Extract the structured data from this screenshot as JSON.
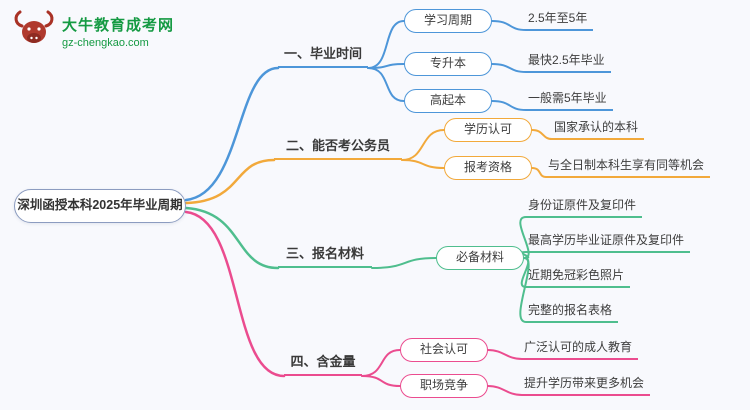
{
  "page": {
    "background_color": "#F8F9FD"
  },
  "logo": {
    "site_name": "大牛教育成考网",
    "site_url": "gz-chengkao.com",
    "icon": "bull-logo-icon",
    "brand_color": "#159A43",
    "icon_color": "#B03A2E"
  },
  "mindmap": {
    "root": {
      "label": "深圳函授本科2025年毕业周期"
    },
    "branch_colors": [
      "#4D96D9",
      "#F2A93B",
      "#4FBE8E",
      "#EB4C8F"
    ],
    "branches": [
      {
        "label": "一、毕业时间",
        "color": "#4D96D9",
        "nodes": [
          {
            "label": "学习周期",
            "leaves": [
              "2.5年至5年"
            ]
          },
          {
            "label": "专升本",
            "leaves": [
              "最快2.5年毕业"
            ]
          },
          {
            "label": "高起本",
            "leaves": [
              "一般需5年毕业"
            ]
          }
        ]
      },
      {
        "label": "二、能否考公务员",
        "color": "#F2A93B",
        "nodes": [
          {
            "label": "学历认可",
            "leaves": [
              "国家承认的本科"
            ]
          },
          {
            "label": "报考资格",
            "leaves": [
              "与全日制本科生享有同等机会"
            ]
          }
        ]
      },
      {
        "label": "三、报名材料",
        "color": "#4FBE8E",
        "nodes": [
          {
            "label": "必备材料",
            "leaves": [
              "身份证原件及复印件",
              "最高学历毕业证原件及复印件",
              "近期免冠彩色照片",
              "完整的报名表格"
            ]
          }
        ]
      },
      {
        "label": "四、含金量",
        "color": "#EB4C8F",
        "nodes": [
          {
            "label": "社会认可",
            "leaves": [
              "广泛认可的成人教育"
            ]
          },
          {
            "label": "职场竞争",
            "leaves": [
              "提升学历带来更多机会"
            ]
          }
        ]
      }
    ]
  }
}
